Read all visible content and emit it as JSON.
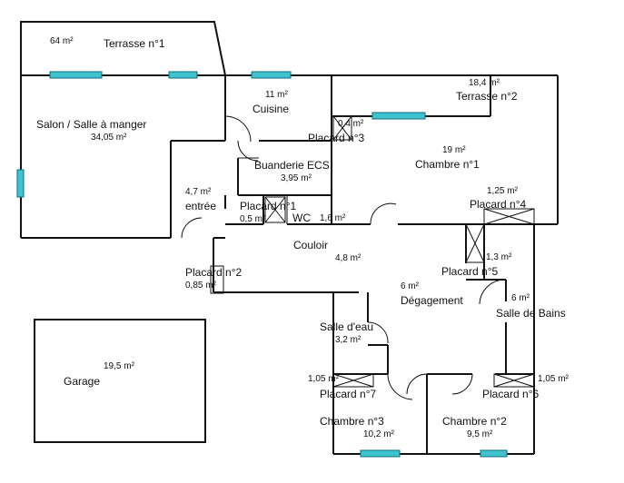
{
  "plan": {
    "colors": {
      "wall": "#111111",
      "window": "#3ec3cf",
      "background": "#ffffff"
    },
    "rooms": {
      "terrasse1": {
        "name": "Terrasse n°1",
        "area": "64  m²"
      },
      "terrasse2": {
        "name": "Terrasse n°2",
        "area": "18,4  m²"
      },
      "salon": {
        "name": "Salon / Salle à manger",
        "area": "34,05  m²"
      },
      "cuisine": {
        "name": "Cuisine",
        "area": "11  m²"
      },
      "placard3": {
        "name": "Placard n°3",
        "area": "0,4  m²"
      },
      "chambre1": {
        "name": "Chambre n°1",
        "area": "19  m²"
      },
      "buanderie": {
        "name": "Buanderie ECS",
        "area": "3,95  m²"
      },
      "entree": {
        "name": "entrée",
        "area": "4,7  m²"
      },
      "placard1": {
        "name": "Placard n°1",
        "area": "0,5  m²"
      },
      "wc": {
        "name": "WC",
        "area": "1,6  m²"
      },
      "placard4": {
        "name": "Placard n°4",
        "area": "1,25  m²"
      },
      "couloir": {
        "name": "Couloir",
        "area": "4,8  m²"
      },
      "placard5": {
        "name": "Placard n°5",
        "area": "1,3  m²"
      },
      "placard2": {
        "name": "Placard n°2",
        "area": "0,85  m²"
      },
      "degagement": {
        "name": "Dégagement",
        "area": "6  m²"
      },
      "salledebains": {
        "name": "Salle de Bains",
        "area": "6  m²"
      },
      "salledeau": {
        "name": "Salle d'eau",
        "area": "3,2  m²"
      },
      "garage": {
        "name": "Garage",
        "area": "19,5  m²"
      },
      "placard7": {
        "name": "Placard n°7",
        "area": "1,05  m²"
      },
      "placard6": {
        "name": "Placard n°6",
        "area": "1,05  m²"
      },
      "chambre3": {
        "name": "Chambre n°3",
        "area": "10,2  m²"
      },
      "chambre2": {
        "name": "Chambre n°2",
        "area": "9,5  m²"
      }
    }
  }
}
